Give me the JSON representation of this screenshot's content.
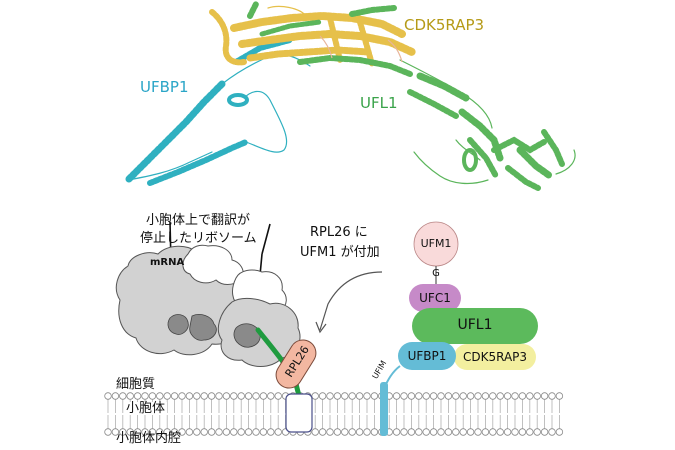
{
  "structure": {
    "labels": {
      "cdk5rap3": "CDK5RAP3",
      "ufbp1": "UFBP1",
      "ufl1": "UFL1"
    },
    "colors": {
      "cdk5rap3": "#e6c04a",
      "ufbp1": "#2fb0c0",
      "ufl1": "#5bb55b",
      "cdk5rap3_text": "#b59a17",
      "ufbp1_text": "#2aa5c7",
      "ufl1_text": "#3aa34a"
    }
  },
  "schematic": {
    "ribosome_caption_line1": "小胞体上で翻訳が",
    "ribosome_caption_line2": "停止したリボソーム",
    "mrna_label": "mRNA",
    "rpl26_caption_line1": "RPL26 に",
    "rpl26_caption_line2": "UFM1 が付加",
    "rpl26_label": "RPL26",
    "ufm1_top": "UFM1",
    "g_label": "G",
    "ufc1": "UFC1",
    "ufl1": "UFL1",
    "ufbp1": "UFBP1",
    "cdk5rap3": "CDK5RAP3",
    "ufim": "UFIM",
    "cytoplasm": "細胞質",
    "er": "小胞体",
    "er_lumen": "小胞体内腔",
    "colors": {
      "ufm1": "#f9dada",
      "ufc1": "#c68ac8",
      "ufl1": "#5cba5c",
      "ufbp1": "#64bcd6",
      "cdk5rap3": "#f3ef9f",
      "rpl26": "#f3b7a1",
      "mrna_strand": "#1f9b3f",
      "ribosome": "#cfcfcf",
      "membrane": "#bdbdbd"
    }
  }
}
